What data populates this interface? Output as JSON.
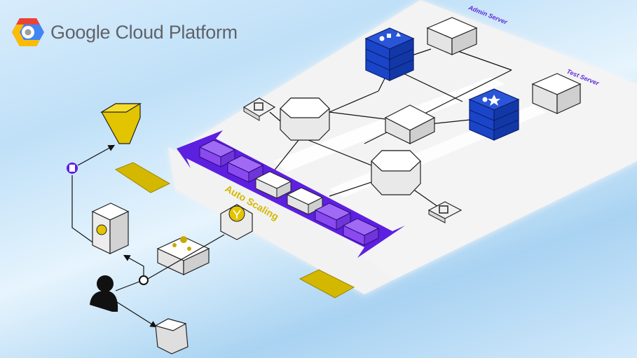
{
  "brand": {
    "name": "Google Cloud Platform",
    "logo_icon": "gcp-hexagon-icon"
  },
  "labels": {
    "admin_server": "Admin Server",
    "test_server": "Test Server",
    "auto_scaling": "Auto Scaling"
  },
  "colors": {
    "platform": "#f2f2f2",
    "arrow": "#5d1fe0",
    "instance": "#8a4af0",
    "database": "#1a45c8",
    "accent_yellow": "#d4b800"
  }
}
